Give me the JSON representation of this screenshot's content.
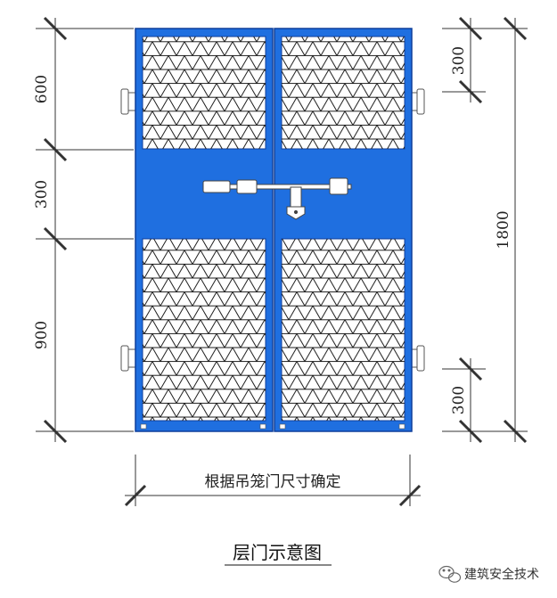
{
  "dimensions": {
    "left": [
      "600",
      "300",
      "900"
    ],
    "right_top": "300",
    "right_total": "1800",
    "right_bottom": "300"
  },
  "width_note": "根据吊笼门尺寸确定",
  "title": "层门示意图",
  "watermark": "建筑安全技术",
  "colors": {
    "door_blue": "#1f6fe0",
    "door_edge": "#0f3e9a",
    "mesh_line": "#1a1a1a",
    "dim_line": "#333333"
  }
}
